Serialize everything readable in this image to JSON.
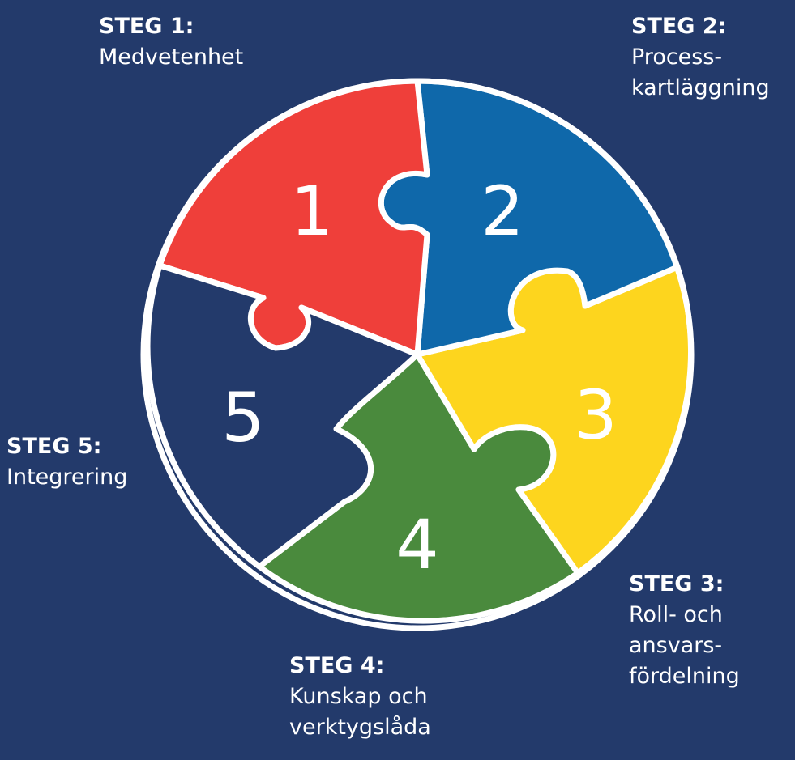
{
  "steps": [
    {
      "number": "1",
      "title": "STEG 1:",
      "desc": "Medvetenhet",
      "color": "#ef3f3a"
    },
    {
      "number": "2",
      "title": "STEG 2:",
      "desc": "Process-\nkartläggning",
      "color": "#0f68aa"
    },
    {
      "number": "3",
      "title": "STEG 3:",
      "desc": "Roll- och\nansvars-\nfördelning",
      "color": "#fdd51e"
    },
    {
      "number": "4",
      "title": "STEG 4:",
      "desc": "Kunskap och\nverktygslåda",
      "color": "#4a8a3d"
    },
    {
      "number": "5",
      "title": "STEG 5:",
      "desc": "Integrering",
      "color": "#233a6b"
    }
  ],
  "colors": {
    "background": "#233a6b",
    "outline": "#ffffff"
  }
}
